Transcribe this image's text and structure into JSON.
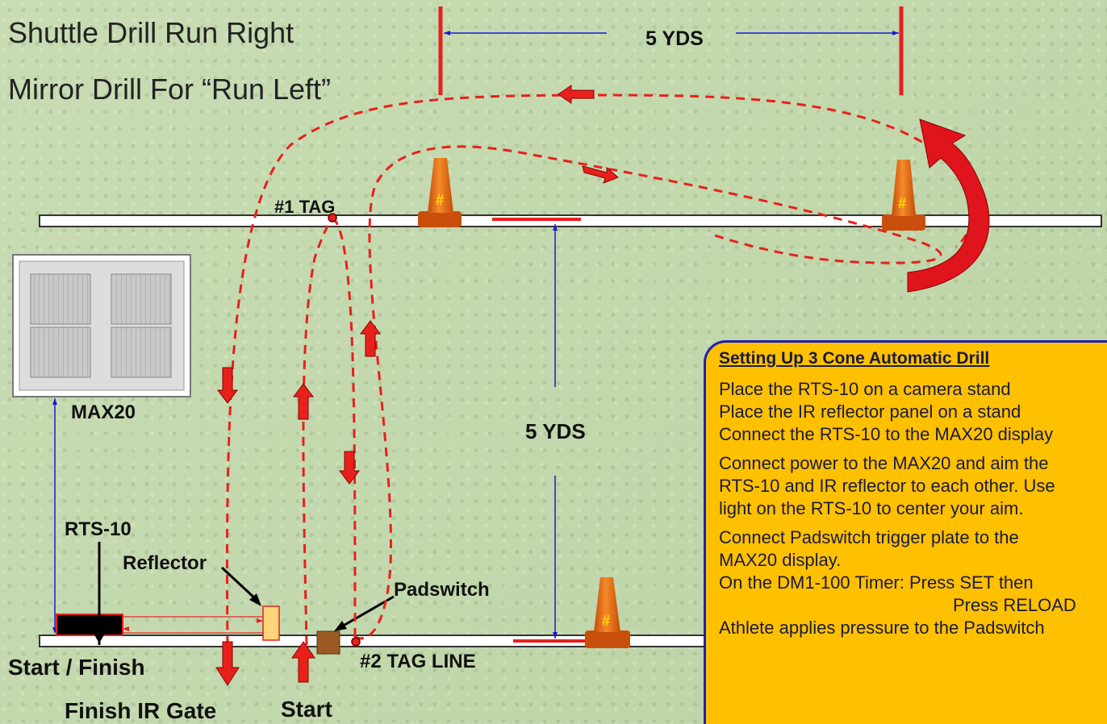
{
  "title_line1": "Shuttle Drill Run Right",
  "title_line2": "Mirror Drill For “Run Left”",
  "labels": {
    "top_distance": "5 YDS",
    "mid_distance": "5 YDS",
    "tag1": "#1 TAG",
    "tag2": "#2 TAG LINE",
    "max20": "MAX20",
    "rts10": "RTS-10",
    "reflector": "Reflector",
    "padswitch": "Padswitch",
    "start_finish": "Start / Finish",
    "finish_gate": "Finish IR Gate",
    "start": "Start",
    "cone_mark": "#"
  },
  "colors": {
    "background": "#c5d9b1",
    "path": "#e8201c",
    "cone": "#e96b14",
    "info_bg": "#ffc000",
    "info_border": "#1f1fb0",
    "measure": "#1a1ad0"
  },
  "info": {
    "heading": "Setting Up 3 Cone Automatic Drill",
    "lines": [
      "Place the RTS-10 on a camera stand",
      "Place the IR reflector panel on a stand",
      "Connect the RTS-10 to the MAX20 display",
      "Connect power to the MAX20 and aim the",
      "RTS-10 and IR reflector to each other. Use",
      "light on the RTS-10 to center your aim.",
      "Connect Padswitch trigger plate to the",
      "MAX20 display.",
      "On the DM1-100 Timer: Press SET then",
      "Press RELOAD",
      "Athlete applies pressure to the Padswitch"
    ]
  }
}
